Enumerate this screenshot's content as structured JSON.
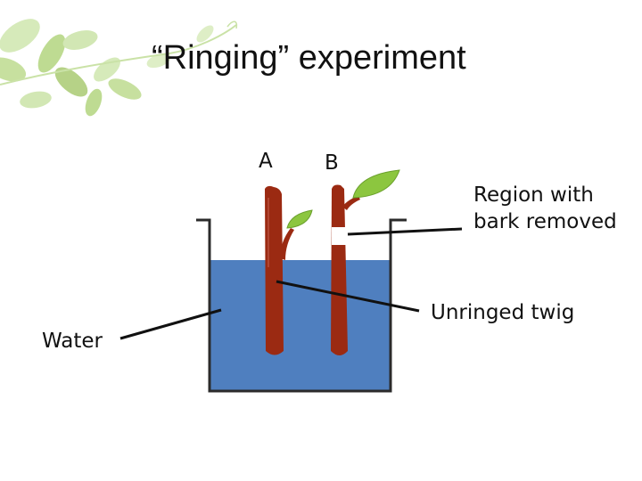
{
  "slide": {
    "title": "“Ringing” experiment"
  },
  "diagram": {
    "twig_a_label": "A",
    "twig_b_label": "B",
    "region_label_line1": "Region with",
    "region_label_line2": "bark removed",
    "unringed_label": "Unringed twig",
    "water_label": "Water"
  },
  "colors": {
    "water": "#4f7fbf",
    "twig": "#9b2a12",
    "leaf": "#8cc63f",
    "container_outline": "#2b2b2b",
    "decor_leaves": "#b9d98a"
  },
  "icons": {
    "decoration": "leaf-vine-decoration-icon"
  }
}
